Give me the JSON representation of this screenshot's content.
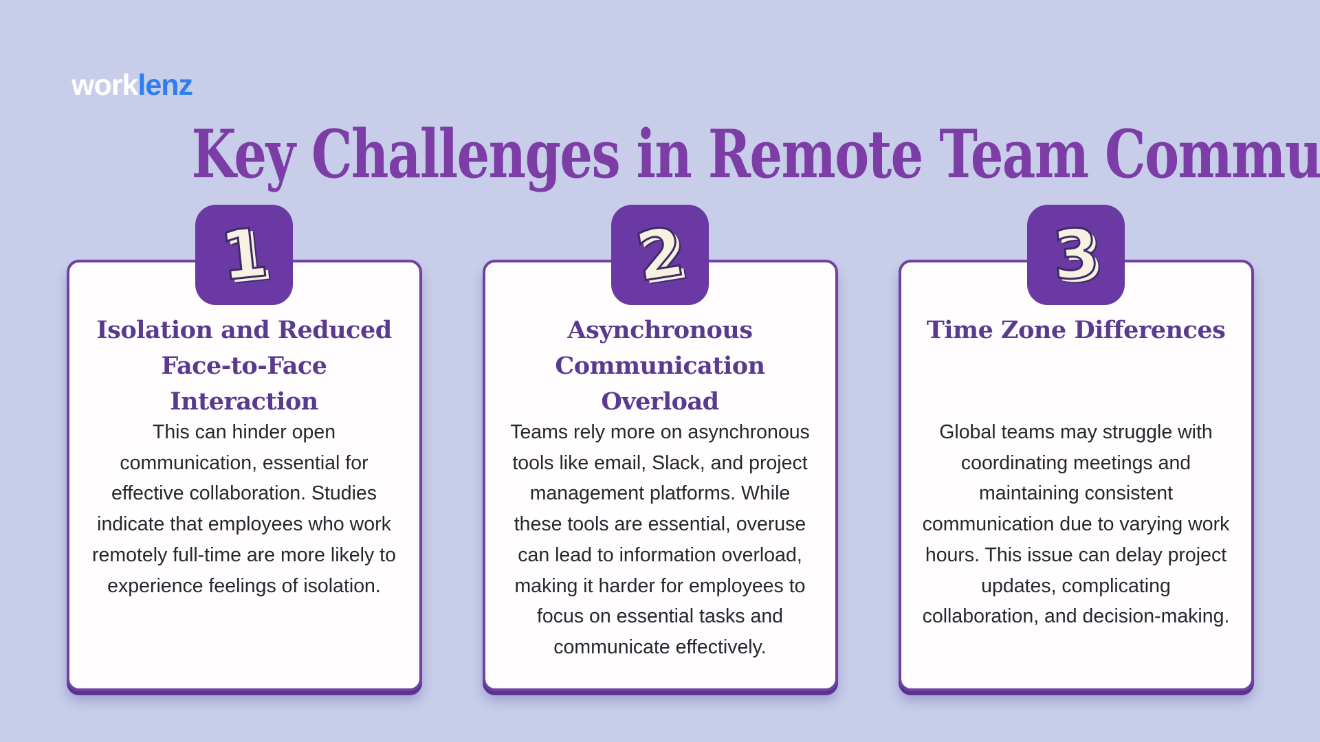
{
  "page": {
    "background_color": "#c8cdea",
    "accent_purple": "#6b39a4",
    "title_color": "#7c3ea6",
    "heading_color": "#5a3a8e",
    "body_text_color": "#27262e",
    "card_background": "#fffdfe",
    "number_fill_color": "#f7f1e1",
    "number_outline_color": "#3e2a66"
  },
  "logo": {
    "part1": "work",
    "part2": "lenz",
    "part1_color": "#ffffff",
    "part2_color": "#2e7ef0"
  },
  "title": {
    "text": "Key Challenges in Remote Team Communication"
  },
  "cards": [
    {
      "number": "1",
      "heading": "Isolation and Reduced Face-to-Face Interaction",
      "body": "This can hinder open communication, essential for effective collaboration. Studies indicate that employees who work remotely full-time are more likely to experience feelings of isolation."
    },
    {
      "number": "2",
      "heading": "Asynchronous Communication Overload",
      "body": "Teams rely more on asynchronous tools like email, Slack, and project management platforms. While these tools are essential, overuse can lead to information overload, making it harder for employees to focus on essential tasks and communicate effectively."
    },
    {
      "number": "3",
      "heading": "Time Zone Differences",
      "body": "Global teams may struggle with coordinating meetings and maintaining consistent communication due to varying work hours. This issue can delay project updates, complicating collaboration, and decision-making."
    }
  ]
}
